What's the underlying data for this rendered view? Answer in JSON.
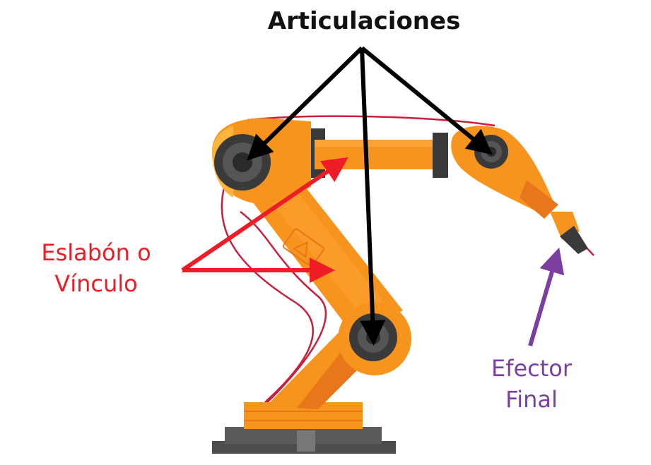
{
  "labels": {
    "articulaciones": "Articulaciones",
    "eslabon_line1": "Eslabón o",
    "eslabon_line2": "Vínculo",
    "efector_line1": "Efector",
    "efector_line2": "Final"
  },
  "colors": {
    "articulaciones": "#111111",
    "eslabon": "#ee1c24",
    "efector": "#7b3fa0",
    "robot_orange": "#f7941d",
    "robot_orange_dark": "#e8761a",
    "robot_light": "#ffb43c",
    "joint_dark": "#3a3a3a",
    "base_gray": "#4d4d4d",
    "cable": "#c8203c"
  }
}
